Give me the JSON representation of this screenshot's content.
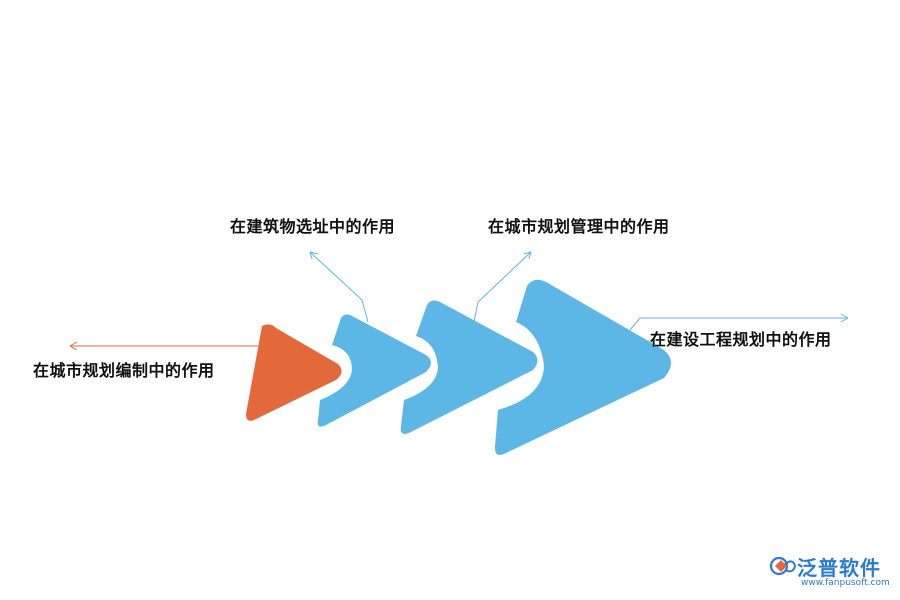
{
  "diagram": {
    "stages": [
      {
        "label": "在城市规划编制中的作用",
        "color": "#E4693A"
      },
      {
        "label": "在建筑物选址中的作用",
        "color": "#5DB7E6"
      },
      {
        "label": "在城市规划管理中的作用",
        "color": "#5DB7E6"
      },
      {
        "label": "在建设工程规划中的作用",
        "color": "#5DB7E6"
      }
    ]
  },
  "brand": {
    "name": "泛普软件",
    "url": "www.fanpusoft.com",
    "logo_icon": "fanpu-logo-icon"
  }
}
